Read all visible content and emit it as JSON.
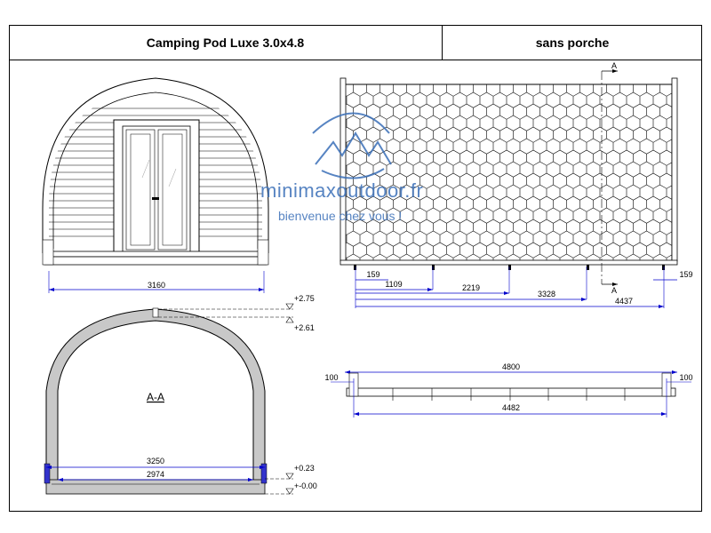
{
  "header": {
    "title": "Camping Pod Luxe 3.0x4.8",
    "variant": "sans porche"
  },
  "watermark": {
    "site": "minimaxoutdoor.fr",
    "tagline": "bienvenue chez vous !"
  },
  "front_view": {
    "width_label": "3160"
  },
  "section_view": {
    "title": "A-A",
    "outer_width": "3250",
    "inner_width": "2974",
    "levels": [
      "+2.75",
      "+2.61",
      "+0.23",
      "+-0.00"
    ]
  },
  "side_view": {
    "section_mark": "A",
    "dims": [
      "159",
      "1109",
      "2219",
      "3328",
      "4437"
    ],
    "right_offset": "159"
  },
  "plan_view": {
    "overall": "4800",
    "inner": "4482",
    "left_offset": "100",
    "right_offset": "100"
  },
  "colors": {
    "line": "#000000",
    "dim": "#0000cc",
    "wall": "#c8c8c8",
    "watermark": "#3a6fb8"
  }
}
